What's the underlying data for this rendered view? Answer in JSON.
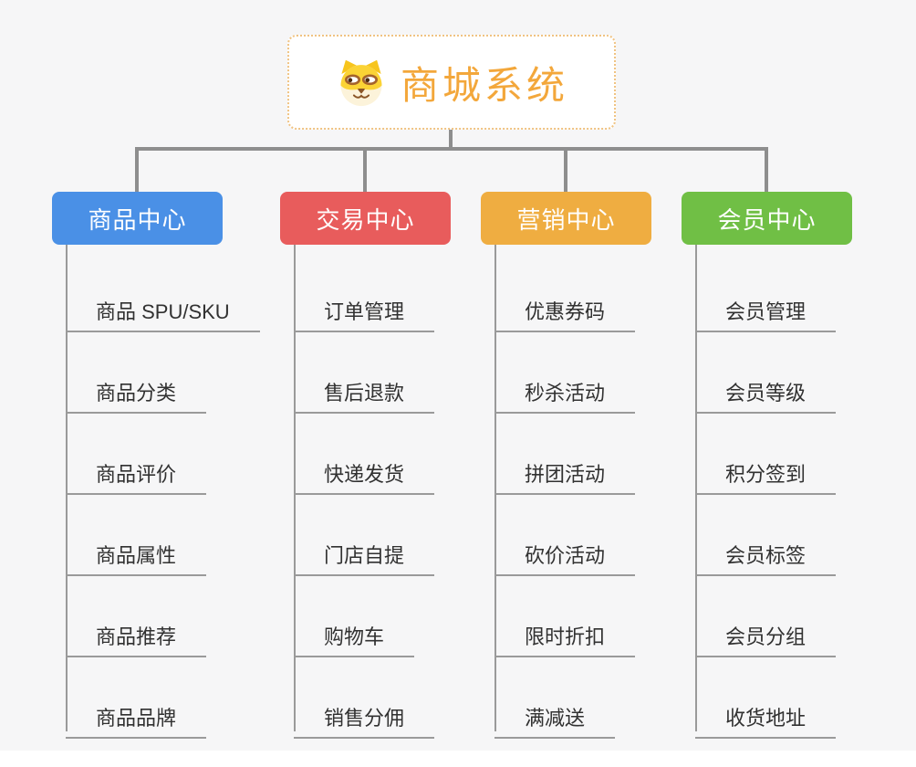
{
  "root": {
    "title": "商城系统",
    "icon": "dog-face-icon",
    "accent": "#f3a73b",
    "border_color": "#f0c382"
  },
  "connector_color": "#8e8e8e",
  "branches": [
    {
      "label": "商品中心",
      "color": "#4a90e6",
      "items": [
        "商品 SPU/SKU",
        "商品分类",
        "商品评价",
        "商品属性",
        "商品推荐",
        "商品品牌"
      ]
    },
    {
      "label": "交易中心",
      "color": "#e85c5c",
      "items": [
        "订单管理",
        "售后退款",
        "快递发货",
        "门店自提",
        "购物车",
        "销售分佣"
      ]
    },
    {
      "label": "营销中心",
      "color": "#efad41",
      "items": [
        "优惠券码",
        "秒杀活动",
        "拼团活动",
        "砍价活动",
        "限时折扣",
        "满减送"
      ]
    },
    {
      "label": "会员中心",
      "color": "#70bf45",
      "items": [
        "会员管理",
        "会员等级",
        "积分签到",
        "会员标签",
        "会员分组",
        "收货地址"
      ]
    }
  ]
}
